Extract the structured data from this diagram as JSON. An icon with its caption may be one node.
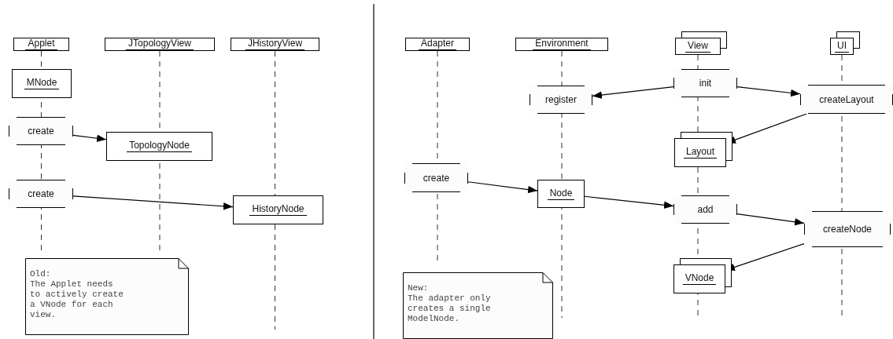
{
  "diagram": {
    "nodes": [
      {
        "text": [
          "Applet"
        ]
      },
      {
        "text": [
          "JTopologyView"
        ]
      },
      {
        "text": [
          "JHistoryView"
        ]
      },
      {
        "text": [
          "MNode"
        ]
      },
      {
        "text": [
          "create"
        ]
      },
      {
        "text": [
          "TopologyNode"
        ]
      },
      {
        "text": [
          "create"
        ]
      },
      {
        "text": [
          "HistoryNode"
        ]
      },
      {
        "text": [
          "Old:",
          "The Applet needs to actively create a VNode for each view."
        ]
      },
      {
        "text": [
          "Adapter"
        ]
      },
      {
        "text": [
          "Environment"
        ]
      },
      {
        "text": [
          "View"
        ]
      },
      {
        "text": [
          "UI"
        ]
      },
      {
        "text": [
          "init"
        ]
      },
      {
        "text": [
          "register"
        ]
      },
      {
        "text": [
          "createLayout"
        ]
      },
      {
        "text": [
          "Layout"
        ]
      },
      {
        "text": [
          "create"
        ]
      },
      {
        "text": [
          "Node"
        ]
      },
      {
        "text": [
          "add"
        ]
      },
      {
        "text": [
          "createNode"
        ]
      },
      {
        "text": [
          "VNode"
        ]
      },
      {
        "text": [
          "New:",
          "The adapter only creates a single ModelNode."
        ]
      }
    ],
    "edges": [
      {
        "from": 4,
        "to": 5,
        "arrow": "to"
      },
      {
        "from": 6,
        "to": 7,
        "arrow": "to"
      },
      {
        "from": 13,
        "to": 14,
        "arrow": "to"
      },
      {
        "from": 13,
        "to": 15,
        "arrow": "to"
      },
      {
        "from": 15,
        "to": 16,
        "arrow": "to"
      },
      {
        "from": 17,
        "to": 18,
        "arrow": "to"
      },
      {
        "from": 18,
        "to": 19,
        "arrow": "to"
      },
      {
        "from": 19,
        "to": 20,
        "arrow": "to"
      },
      {
        "from": 20,
        "to": 21,
        "arrow": "to"
      }
    ]
  }
}
